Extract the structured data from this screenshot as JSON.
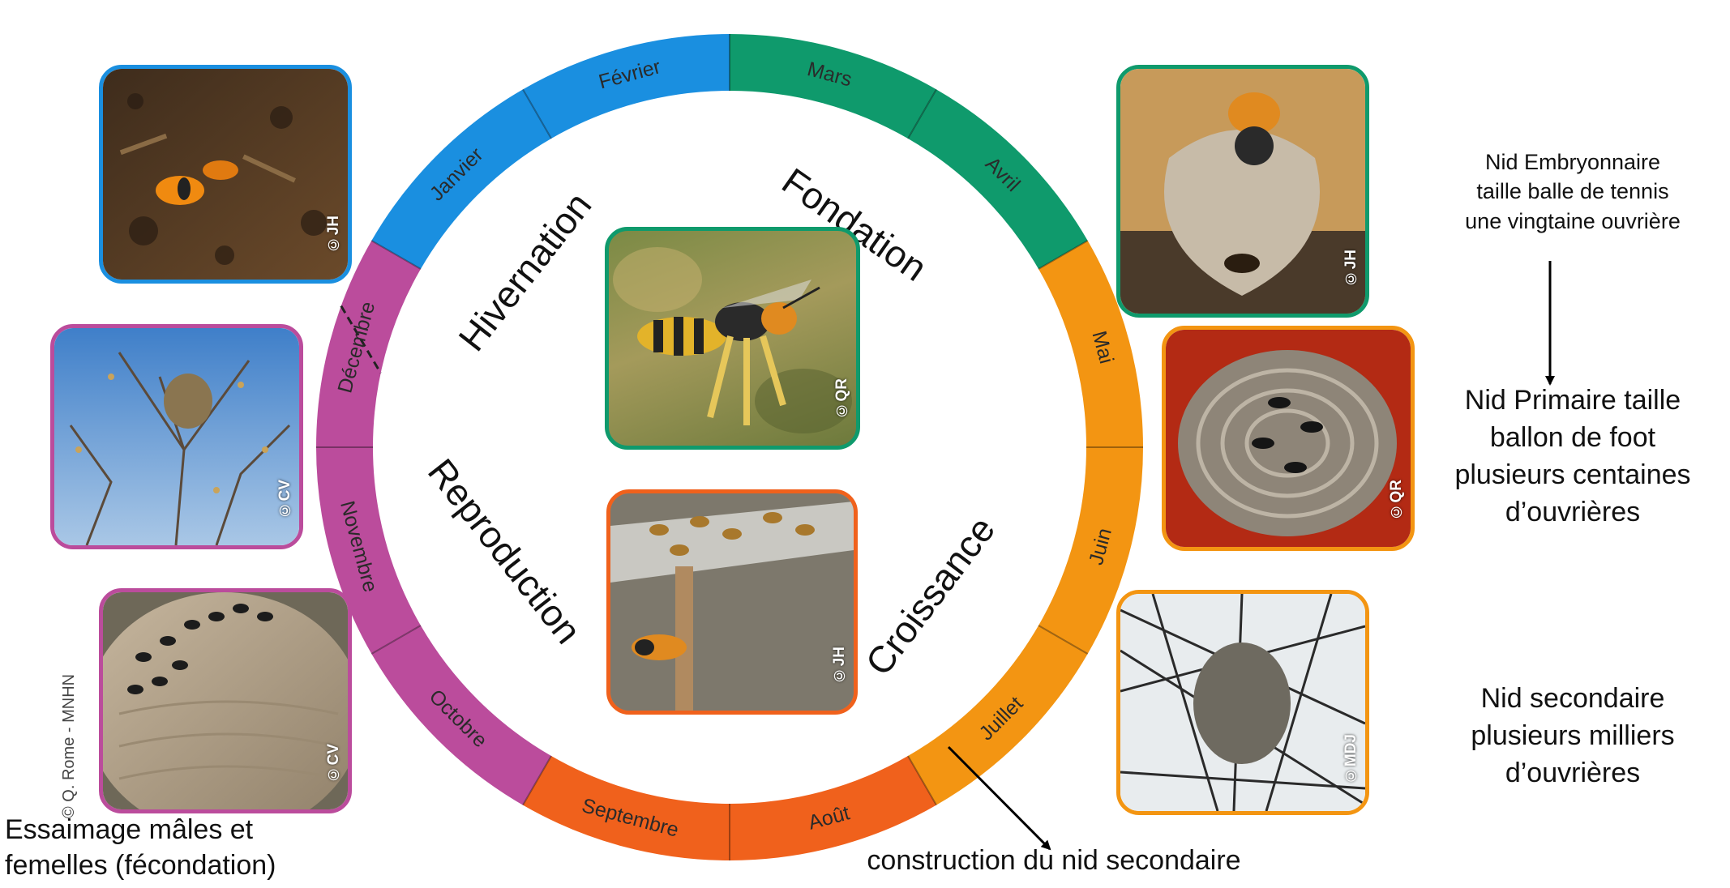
{
  "months": [
    {
      "label": "Janvier",
      "color": "#1a8fe0"
    },
    {
      "label": "Février",
      "color": "#1a8fe0"
    },
    {
      "label": "Mars",
      "color": "#0f9a6c"
    },
    {
      "label": "Avril",
      "color": "#0f9a6c"
    },
    {
      "label": "Mai",
      "color": "#f39512"
    },
    {
      "label": "Juin",
      "color": "#f39512"
    },
    {
      "label": "Juillet",
      "color": "#f39512"
    },
    {
      "label": "Août",
      "color": "#f0611c"
    },
    {
      "label": "Septembre",
      "color": "#f0611c"
    },
    {
      "label": "Octobre",
      "color": "#bb4c9c"
    },
    {
      "label": "Novembre",
      "color": "#bb4c9c"
    },
    {
      "label": "Décembre",
      "color": "#bb4c9c"
    }
  ],
  "phases": {
    "hivernation": "Hivernation",
    "fondation": "Fondation",
    "croissance": "Croissance",
    "reproduction": "Reproduction"
  },
  "colors": {
    "blue": "#1a8fe0",
    "green": "#0f9a6c",
    "orange": "#f39512",
    "red_orange": "#f0611c",
    "magenta": "#bb4c9c"
  },
  "photos": {
    "center_top": {
      "credit": "©QR"
    },
    "center_bottom": {
      "credit": "©JH"
    },
    "left_1": {
      "credit": "©JH"
    },
    "left_2": {
      "credit": "©CV"
    },
    "left_3": {
      "credit": "©CV"
    },
    "right_1": {
      "credit": "©JH"
    },
    "right_2": {
      "credit": "©QR"
    },
    "right_3": {
      "credit": "©MDJ"
    }
  },
  "side_credit": "© Q. Rome - MNHN",
  "notes": {
    "embryo": [
      "Nid Embryonnaire",
      "taille balle de tennis",
      "une vingtaine ouvrière"
    ],
    "primary": [
      "Nid Primaire taille",
      "ballon de foot",
      "plusieurs centaines",
      "d’ouvrières"
    ],
    "secondary": [
      "Nid secondaire",
      "plusieurs milliers",
      "d’ouvrières"
    ],
    "swarming": [
      "Essaimage mâles et",
      "femelles (fécondation)"
    ],
    "construction": "construction du nid secondaire"
  }
}
